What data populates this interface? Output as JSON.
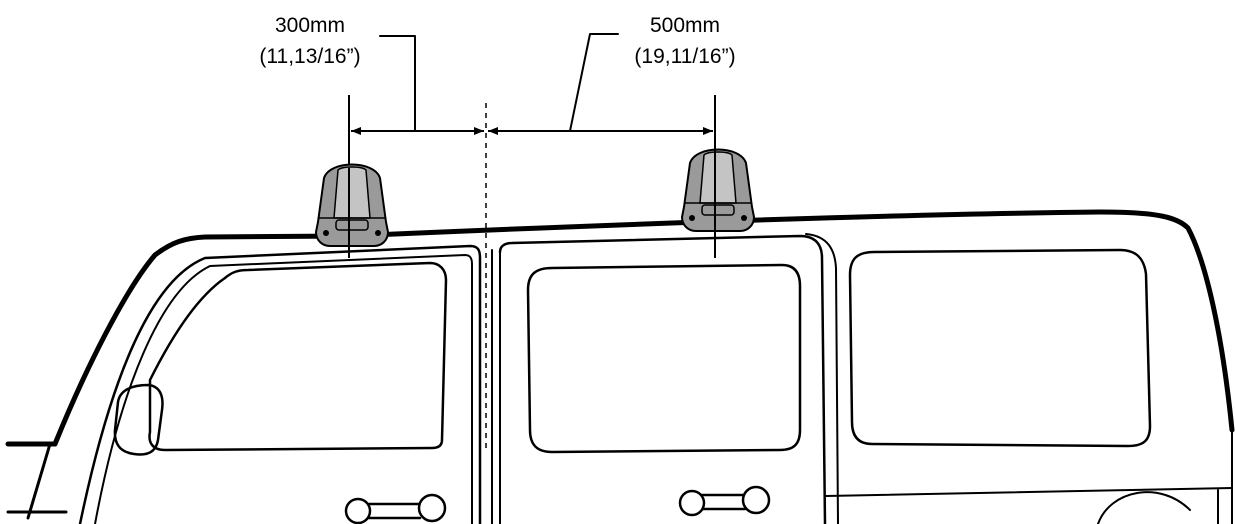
{
  "dimensions": {
    "front": {
      "metric": "300mm",
      "imperial": "(11,13/16”)"
    },
    "rear": {
      "metric": "500mm",
      "imperial": "(19,11/16”)"
    }
  },
  "colors": {
    "line": "#000000",
    "foot_fill": "#9a9a9a",
    "foot_highlight": "#c4c4c4",
    "background": "#ffffff"
  },
  "icons": {
    "front_foot": "roof-rack-foot-icon",
    "rear_foot": "roof-rack-foot-icon",
    "mirror": "side-mirror-icon",
    "handles": "door-handle-icon"
  }
}
